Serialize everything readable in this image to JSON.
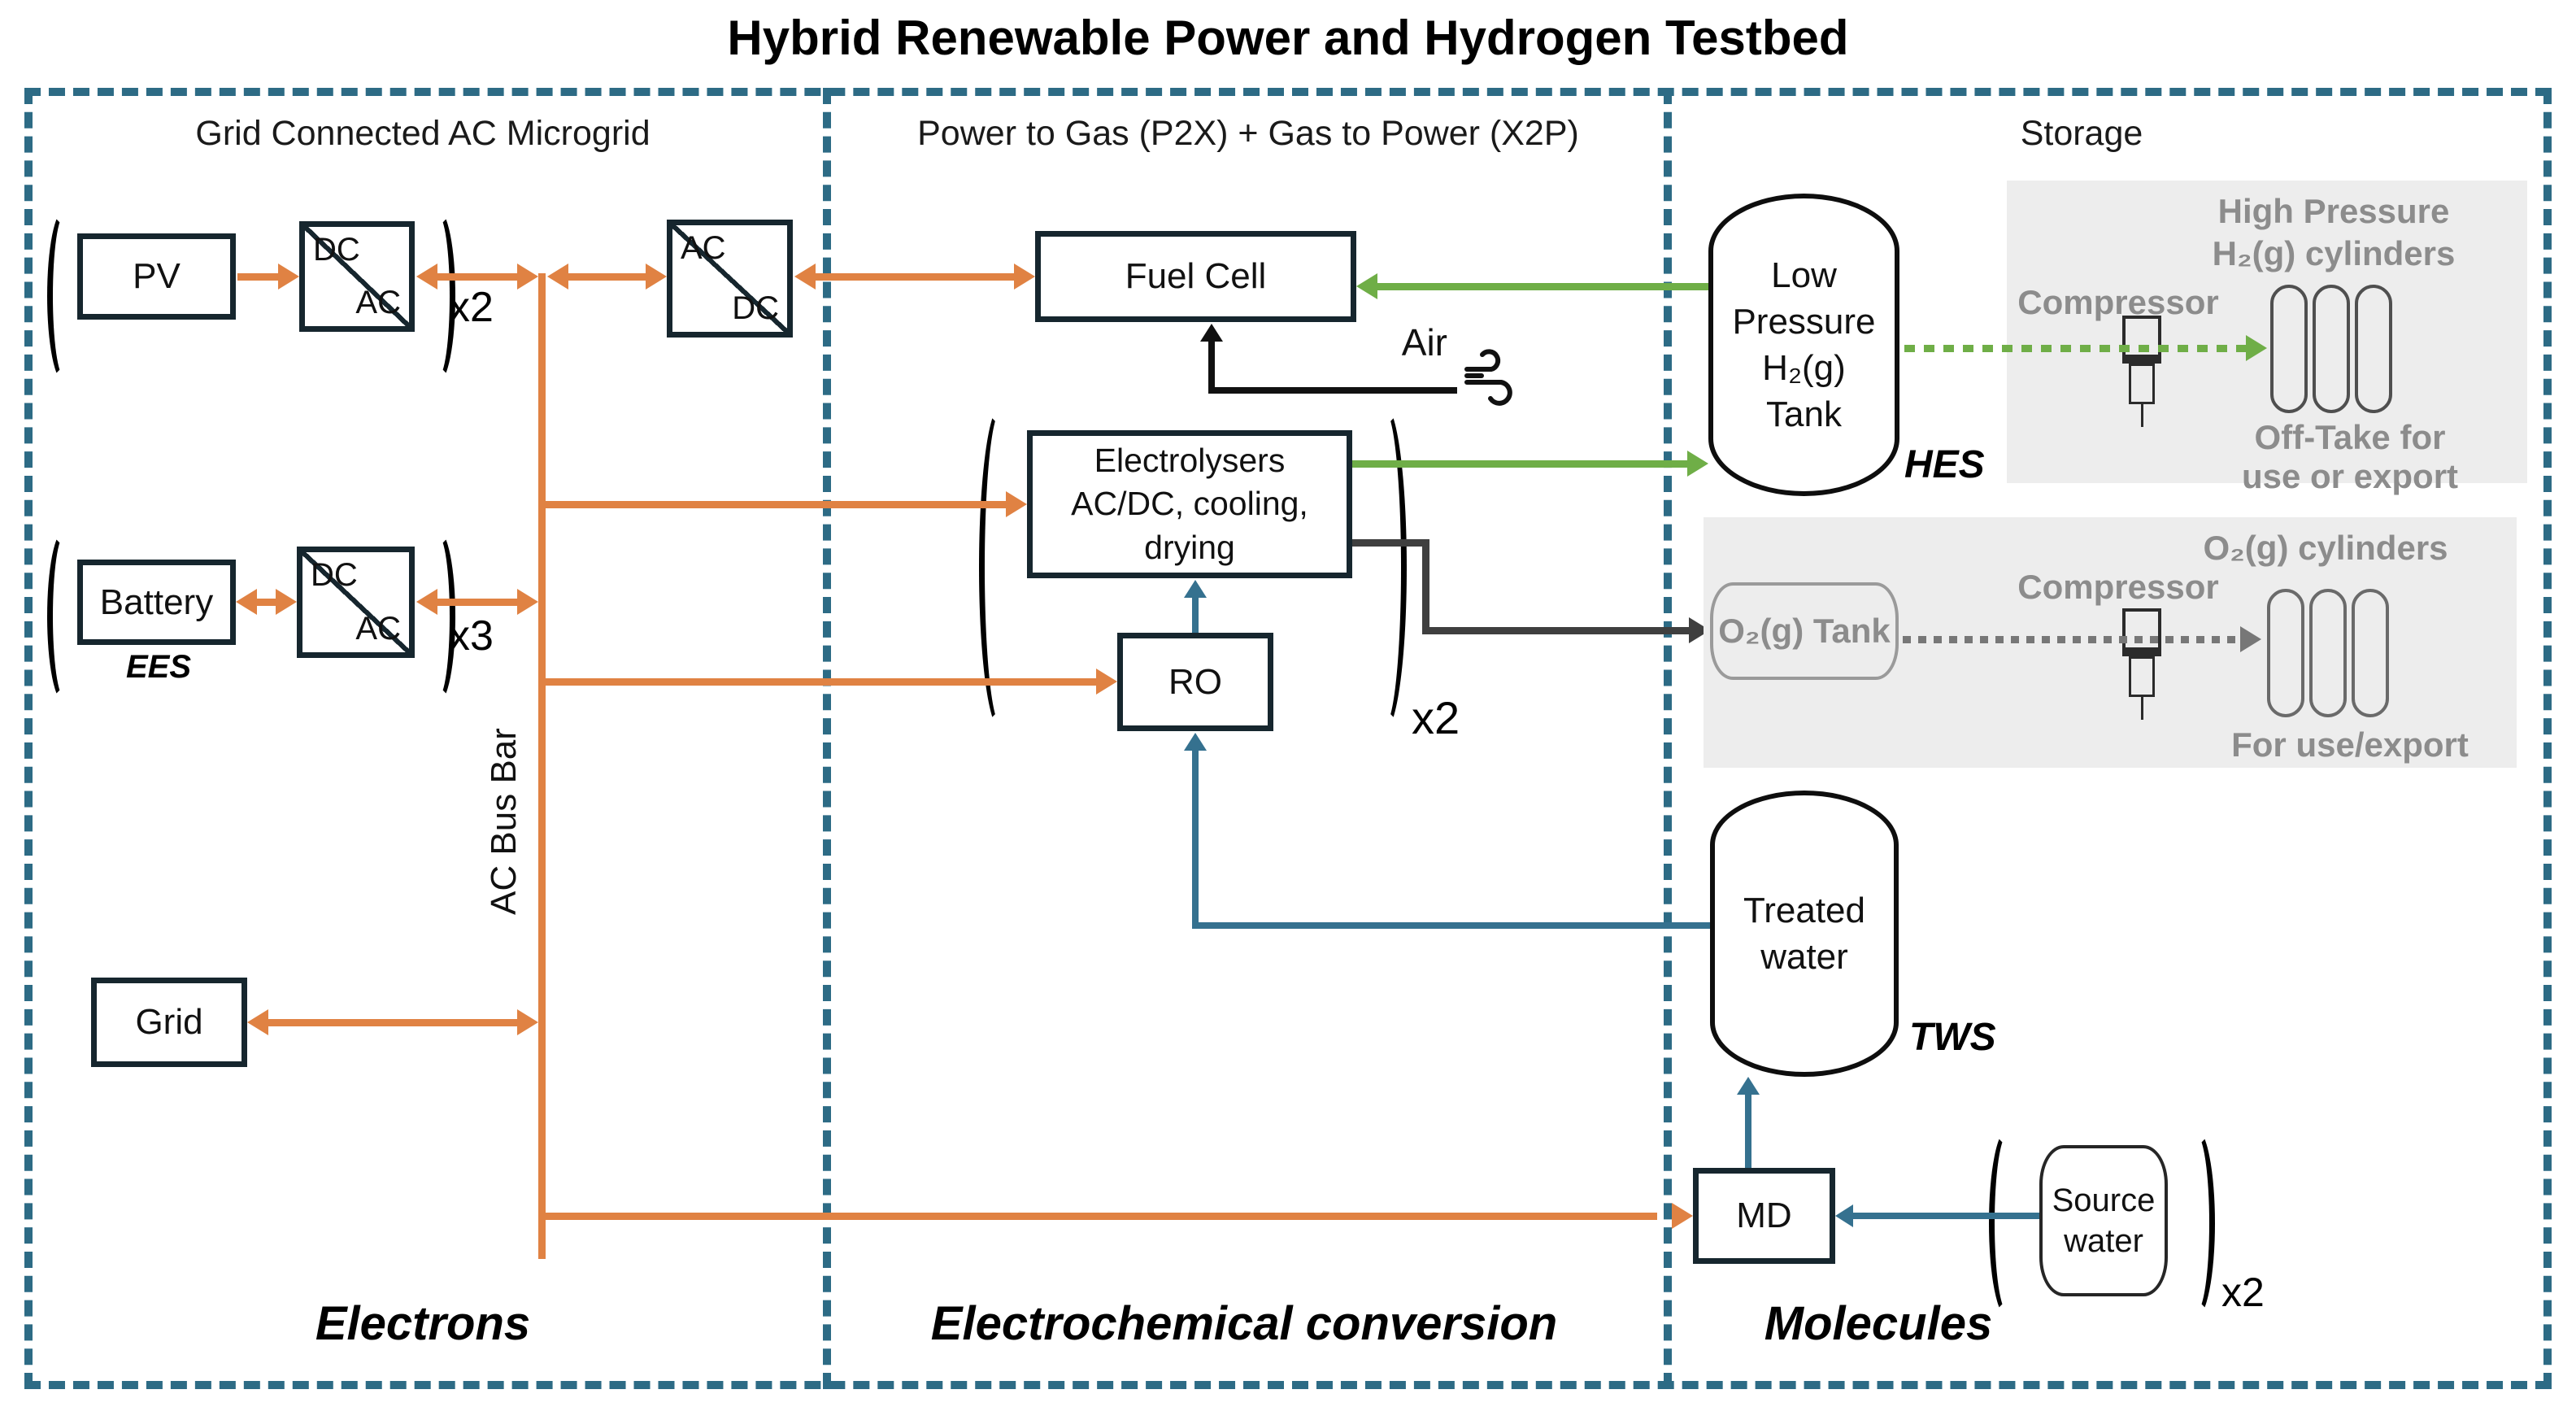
{
  "title": "Hybrid Renewable Power and Hydrogen Testbed",
  "sections": {
    "microgrid": {
      "header": "Grid Connected AC Microgrid",
      "footer": "Electrons"
    },
    "conversion": {
      "header": "Power to Gas (P2X) + Gas to Power (X2P)",
      "footer": "Electrochemical conversion"
    },
    "storage_sec": {
      "header": "Storage",
      "footer": "Molecules"
    }
  },
  "nodes": {
    "pv": {
      "label": "PV",
      "mult": "x2"
    },
    "pv_conv": {
      "top": "DC",
      "bottom": "AC"
    },
    "battery": {
      "label": "Battery",
      "tag": "EES",
      "mult": "x3"
    },
    "batt_conv": {
      "top": "DC",
      "bottom": "AC"
    },
    "grid": {
      "label": "Grid"
    },
    "bus": {
      "label": "AC Bus Bar"
    },
    "acdc": {
      "top": "AC",
      "bottom": "DC"
    },
    "fuel_cell": {
      "label": "Fuel Cell"
    },
    "air": {
      "label": "Air"
    },
    "electrolysers": {
      "lines": [
        "Electrolysers",
        "AC/DC, cooling,",
        "drying"
      ],
      "mult": "x2"
    },
    "ro": {
      "label": "RO"
    }
  },
  "storage": {
    "h2_tank": {
      "lines": [
        "Low",
        "Pressure",
        "H₂(g)",
        "Tank"
      ],
      "tag": "HES"
    },
    "h2_panel": {
      "title1": "High Pressure",
      "title2": "H₂(g) cylinders",
      "compressor": "Compressor",
      "note1": "Off-Take for",
      "note2": "use or export"
    },
    "o2_panel": {
      "header": "O₂(g) cylinders",
      "compressor": "Compressor",
      "tank": "O₂(g) Tank",
      "note": "For use/export"
    },
    "treated": {
      "lines": [
        "Treated",
        "water"
      ],
      "tag": "TWS"
    },
    "md": {
      "label": "MD"
    },
    "source": {
      "lines": [
        "Source",
        "water"
      ],
      "mult": "x2"
    }
  },
  "colors": {
    "border": "#2d6b85",
    "orange": "#e08243",
    "green": "#6fae47",
    "dark": "#3f3f3f",
    "blue": "#35718f",
    "graytext": "#8c8c8c",
    "panel": "#ededed"
  }
}
